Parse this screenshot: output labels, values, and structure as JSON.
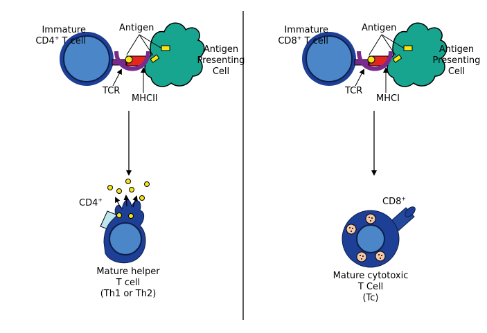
{
  "colors": {
    "tcell_dark": "#1d3f95",
    "tcell_fill": "#4a86c8",
    "apc_fill": "#17a590",
    "tcr_purple": "#7a2a8c",
    "mhc_red": "#e52620",
    "antigen_yellow": "#f5e51a",
    "cd4_receptor": "#bfe6ee",
    "granule": "#f3c7a8"
  },
  "left": {
    "tcell_label_line1": "Immature",
    "tcell_label_line2_main": "CD4",
    "tcell_label_line2_sup": "+",
    "tcell_label_line2_rest": " T cell",
    "antigen_label": "Antigen",
    "apc_label_line1": "Antigen",
    "apc_label_line2": "Presenting",
    "apc_label_line3": "Cell",
    "tcr_label": "TCR",
    "mhc_label": "MHCII",
    "coreceptor_label_main": "CD4",
    "coreceptor_label_sup": "+",
    "mature_line1": "Mature helper",
    "mature_line2": "T cell",
    "mature_line3": "(Th1 or Th2)"
  },
  "right": {
    "tcell_label_line1": "Immature",
    "tcell_label_line2_main": "CD8",
    "tcell_label_line2_sup": "+",
    "tcell_label_line2_rest": " T cell",
    "antigen_label": "Antigen",
    "apc_label_line1": "Antigen",
    "apc_label_line2": "Presenting",
    "apc_label_line3": "Cell",
    "tcr_label": "TCR",
    "mhc_label": "MHCI",
    "coreceptor_label_main": "CD8",
    "coreceptor_label_sup": "+",
    "mature_line1": "Mature cytotoxic",
    "mature_line2": "T Cell",
    "mature_line3": "(Tc)"
  }
}
